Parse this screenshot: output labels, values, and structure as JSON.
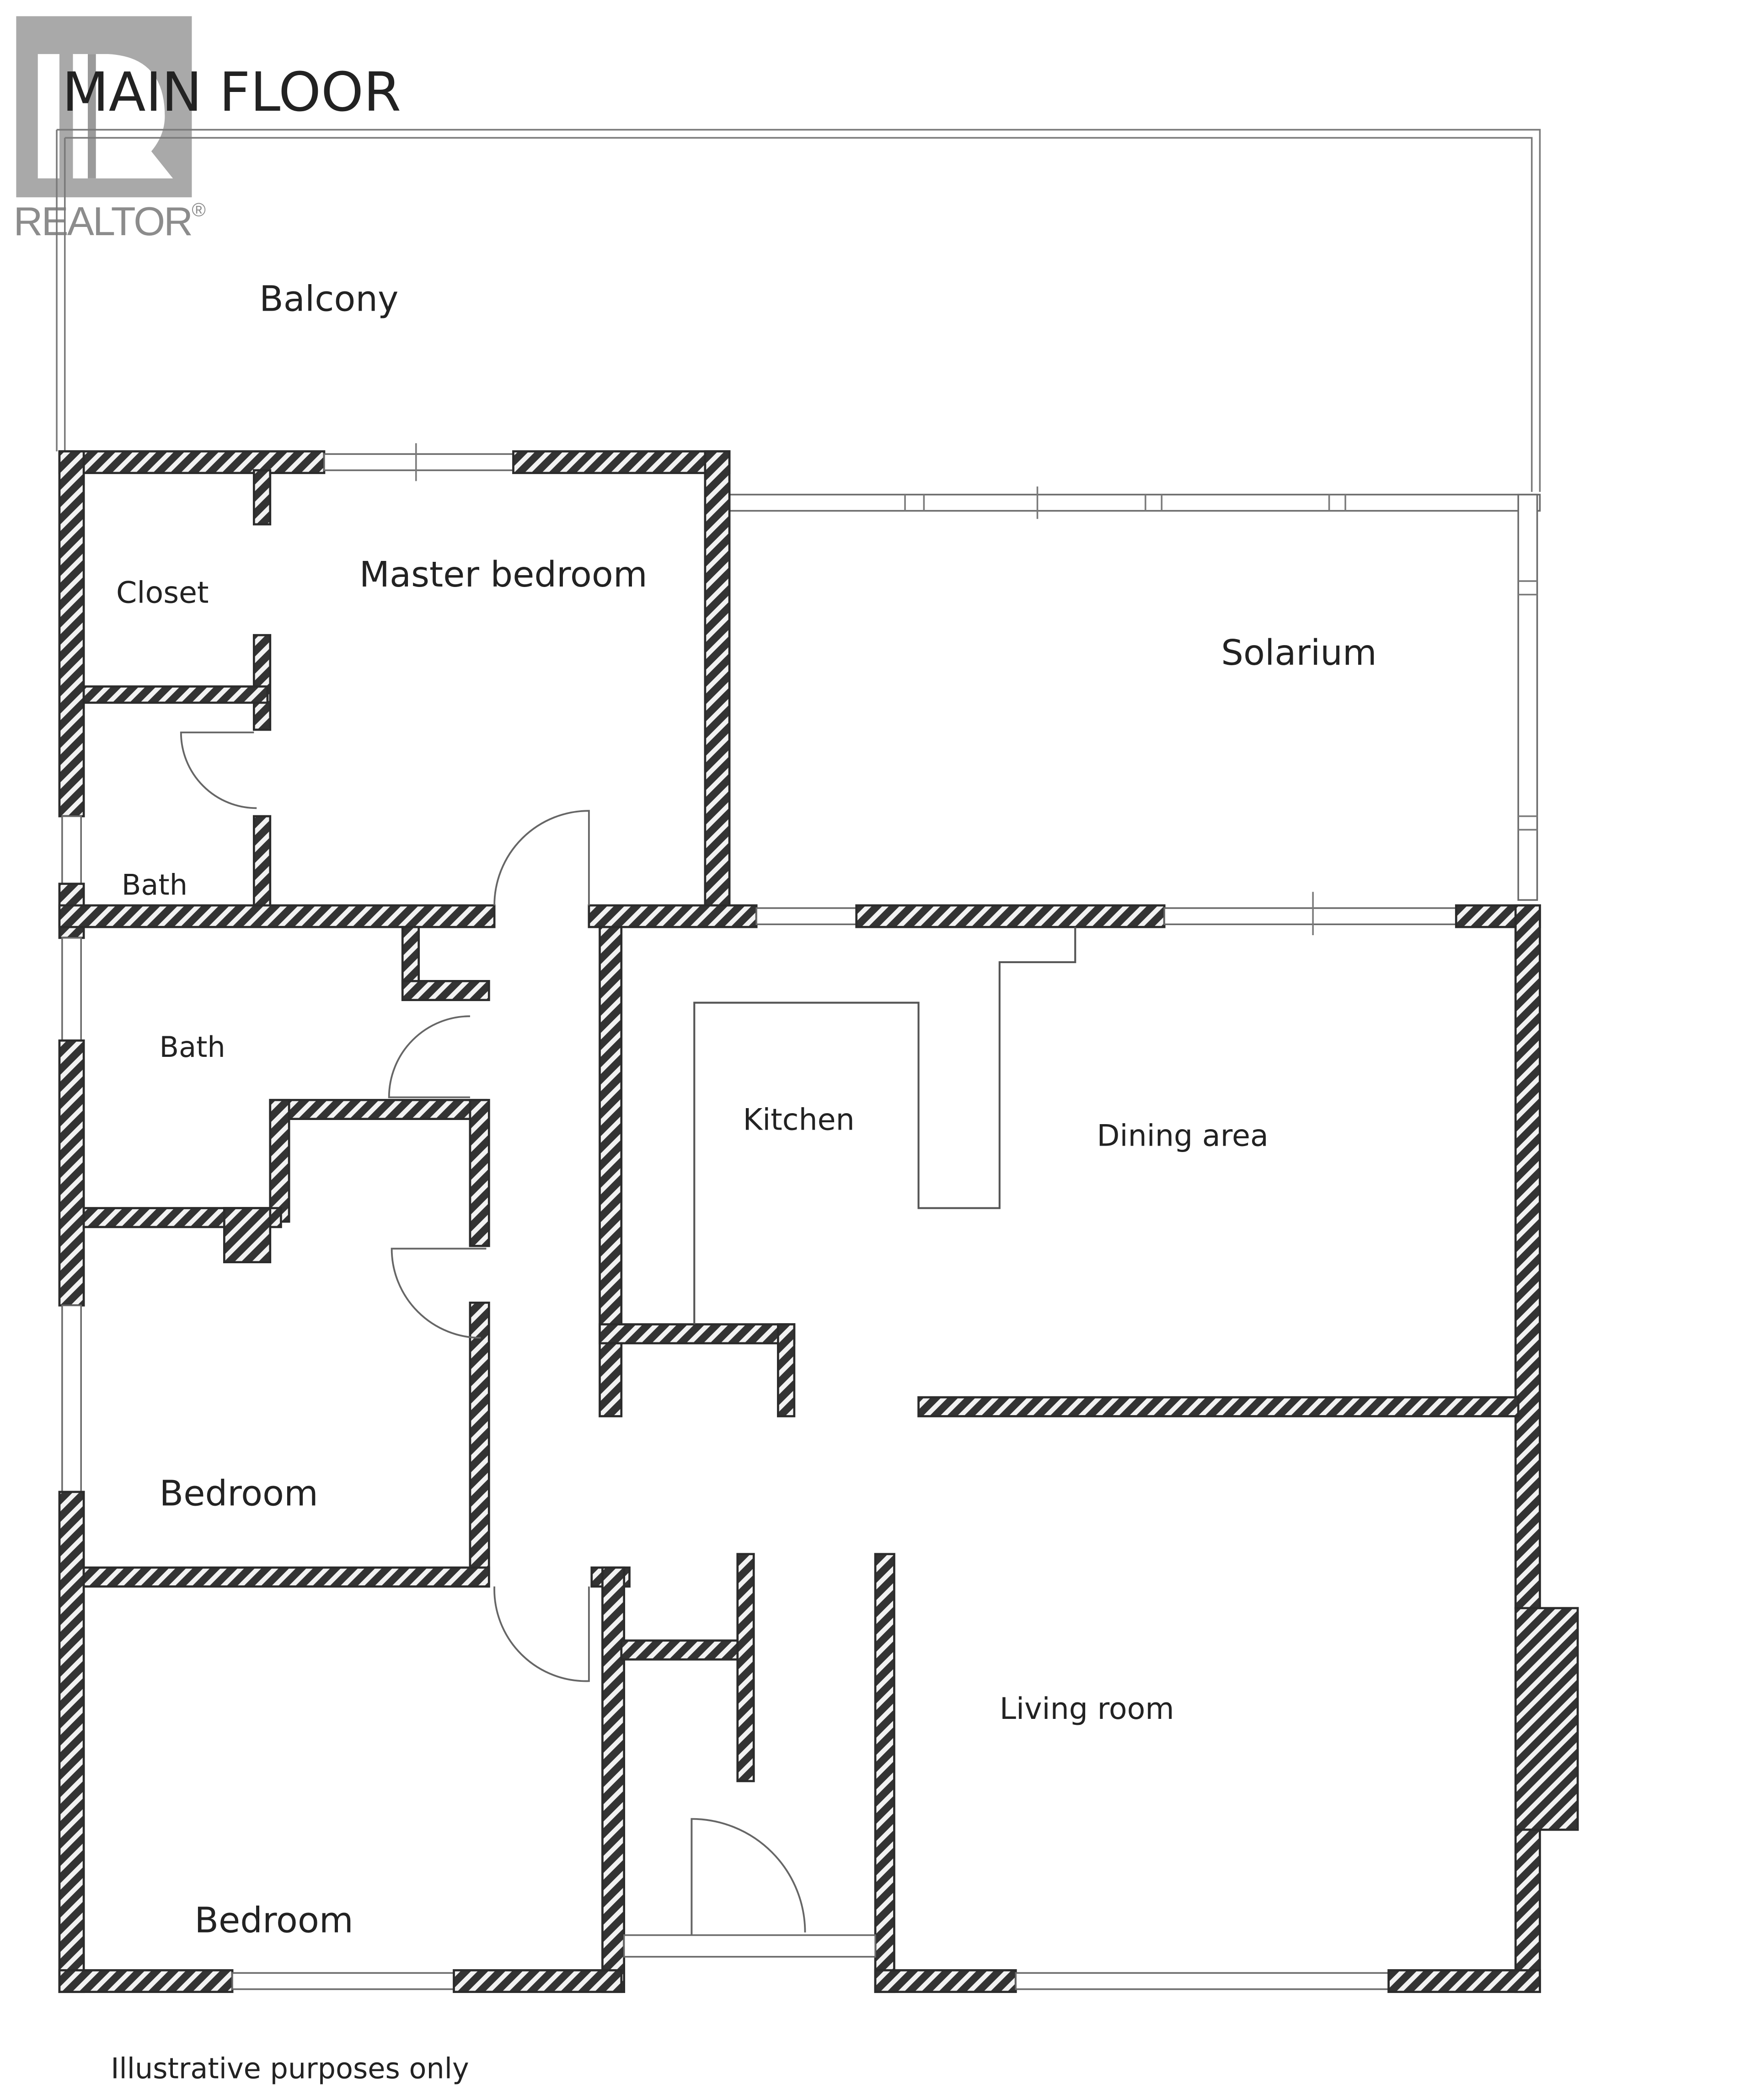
{
  "title": "MAIN FLOOR",
  "watermark": {
    "logo": "realtor-r-logo",
    "text": "REALTOR",
    "mark": "®",
    "color": "#9a9a9a"
  },
  "rooms": [
    {
      "id": "balcony",
      "label": "Balcony"
    },
    {
      "id": "closet",
      "label": "Closet"
    },
    {
      "id": "master-bedroom",
      "label": "Master bedroom"
    },
    {
      "id": "solarium",
      "label": "Solarium"
    },
    {
      "id": "ensuite-bath",
      "label": "Bath"
    },
    {
      "id": "bath",
      "label": "Bath"
    },
    {
      "id": "kitchen",
      "label": "Kitchen"
    },
    {
      "id": "dining-area",
      "label": "Dining area"
    },
    {
      "id": "bedroom-1",
      "label": "Bedroom"
    },
    {
      "id": "bedroom-2",
      "label": "Bedroom"
    },
    {
      "id": "living-room",
      "label": "Living room"
    }
  ],
  "footer": {
    "disclaimer": "Illustrative purposes only"
  },
  "colors": {
    "wall": "#2b2b2b",
    "hatch_light": "#ffffff",
    "background": "#ffffff",
    "logo": "#9a9a9a"
  }
}
